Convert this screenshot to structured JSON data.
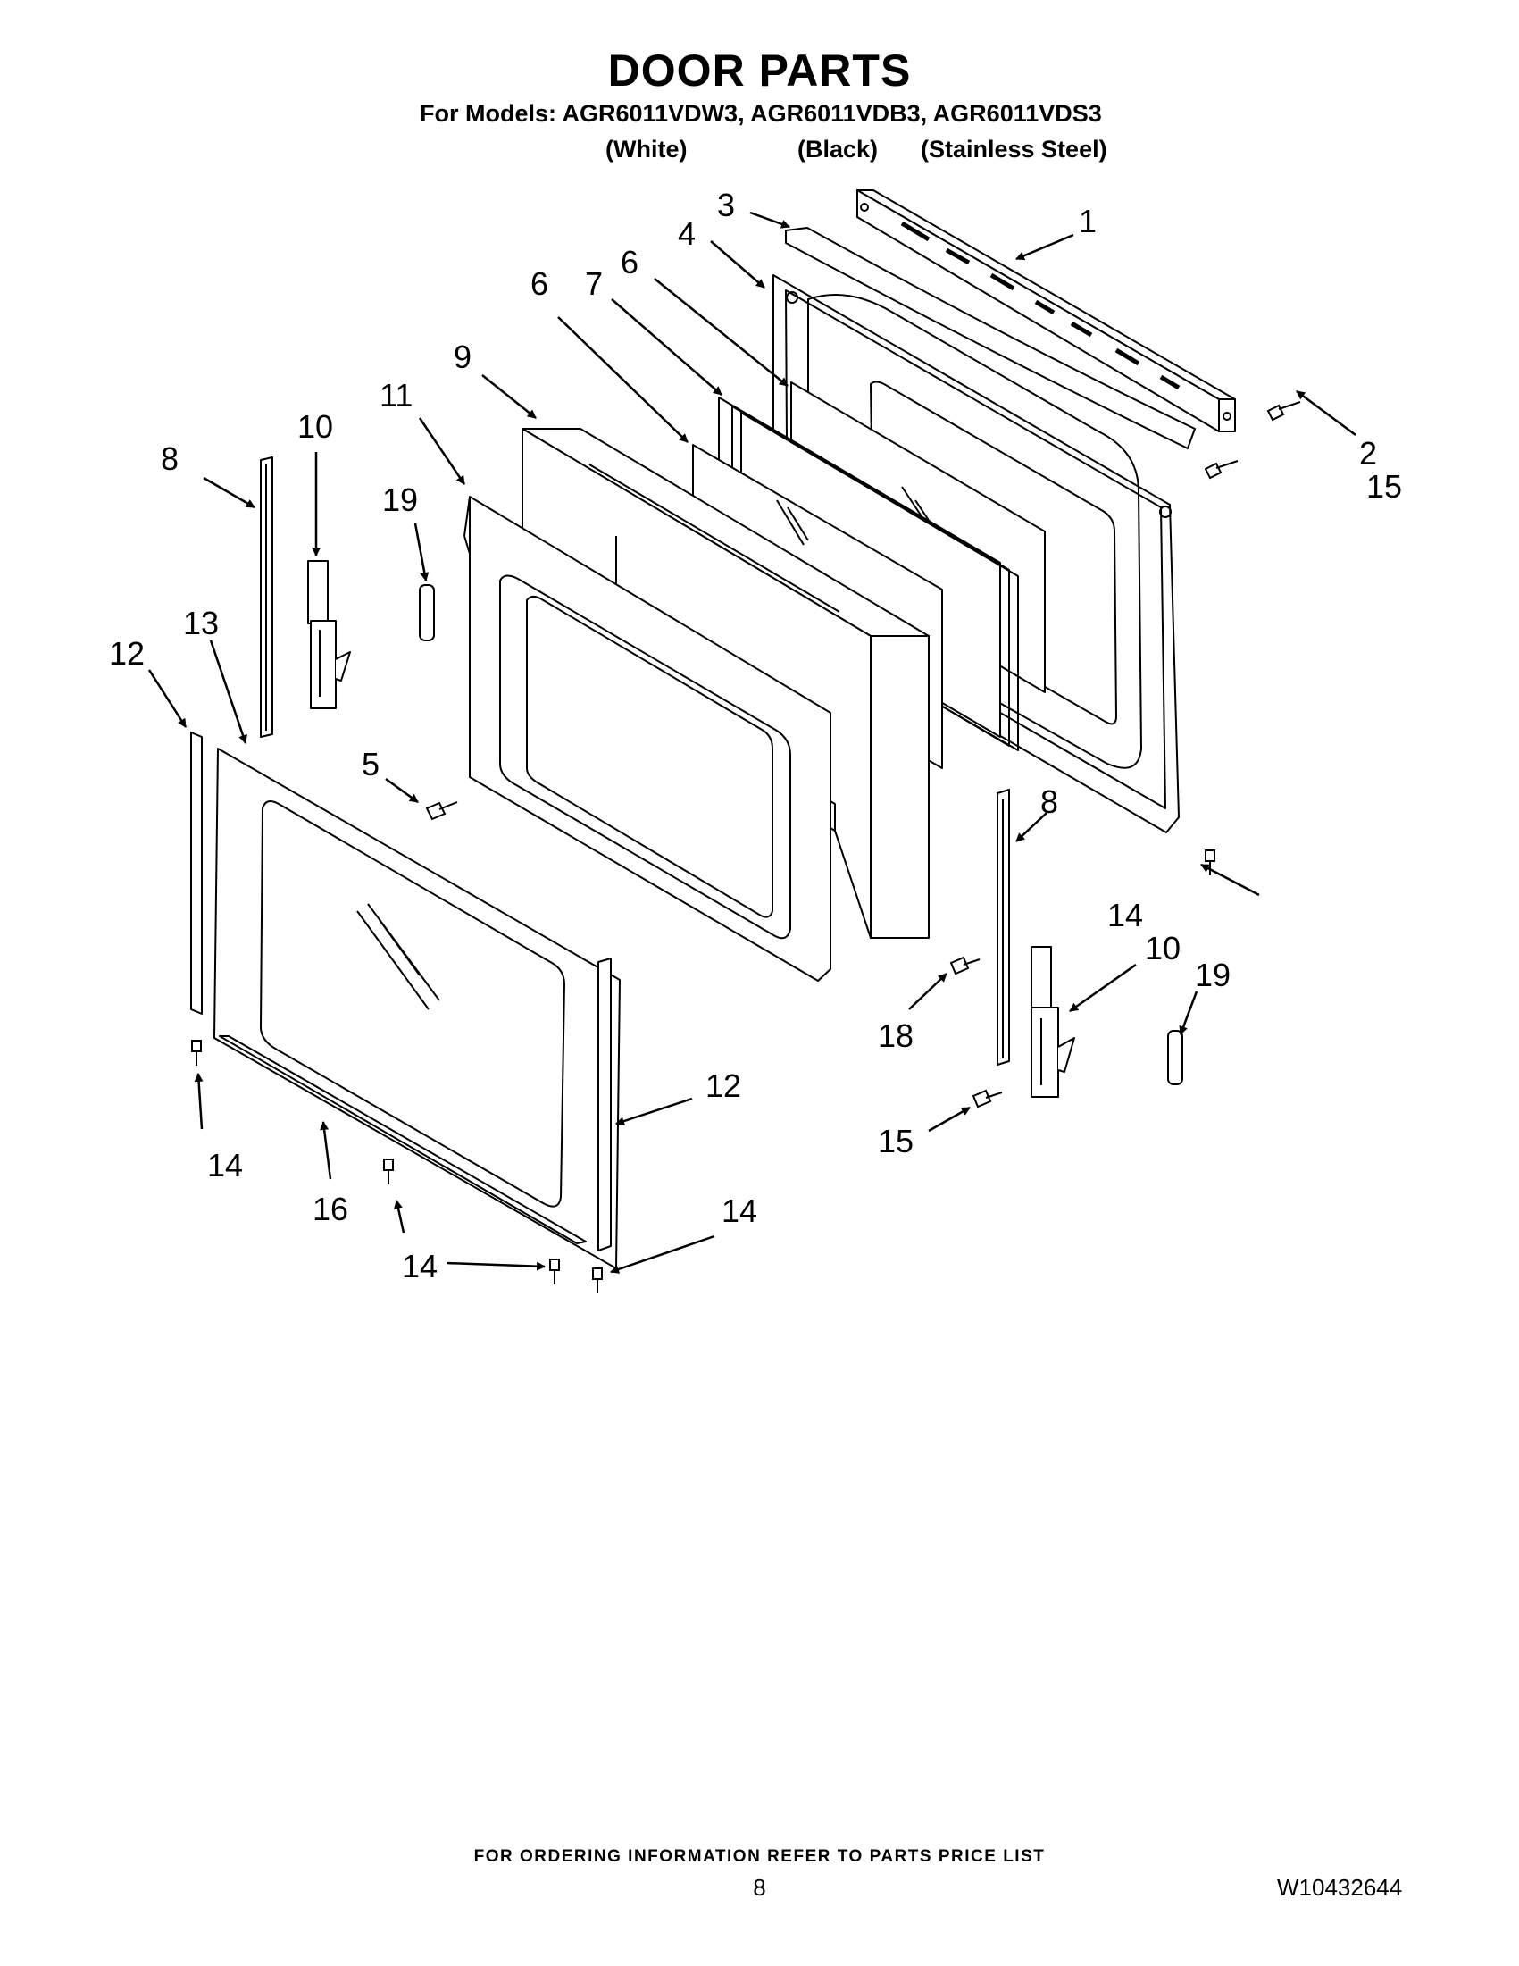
{
  "header": {
    "title": "DOOR PARTS",
    "models_line": "For Models: AGR6011VDW3, AGR6011VDB3, AGR6011VDS3",
    "finishes": [
      "(White)",
      "(Black)",
      "(Stainless Steel)"
    ]
  },
  "callouts": [
    "1",
    "2",
    "3",
    "4",
    "6",
    "7",
    "6",
    "9",
    "11",
    "8",
    "10",
    "19",
    "13",
    "12",
    "5",
    "8",
    "14",
    "10",
    "19",
    "18",
    "15",
    "12",
    "14",
    "16",
    "14",
    "14",
    "15"
  ],
  "footer": {
    "ordering_note": "FOR ORDERING INFORMATION REFER TO PARTS PRICE LIST",
    "page_number": "8",
    "document_number": "W10432644"
  }
}
